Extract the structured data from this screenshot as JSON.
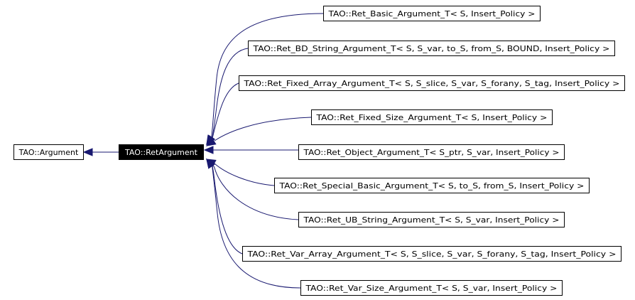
{
  "diagram": {
    "base": "TAO::Argument",
    "current": "TAO::RetArgument",
    "derived": [
      "TAO::Ret_Basic_Argument_T< S, Insert_Policy >",
      "TAO::Ret_BD_String_Argument_T< S, S_var, to_S, from_S, BOUND, Insert_Policy >",
      "TAO::Ret_Fixed_Array_Argument_T< S, S_slice, S_var, S_forany, S_tag, Insert_Policy >",
      "TAO::Ret_Fixed_Size_Argument_T< S, Insert_Policy >",
      "TAO::Ret_Object_Argument_T< S_ptr, S_var, Insert_Policy >",
      "TAO::Ret_Special_Basic_Argument_T< S, to_S, from_S, Insert_Policy >",
      "TAO::Ret_UB_String_Argument_T< S, S_var, Insert_Policy >",
      "TAO::Ret_Var_Array_Argument_T< S, S_slice, S_var, S_forany, S_tag, Insert_Policy >",
      "TAO::Ret_Var_Size_Argument_T< S, S_var, Insert_Policy >"
    ],
    "colors": {
      "edge": "#191970",
      "current_fill": "#000000",
      "current_text": "#ffffff",
      "box_border": "#000000"
    }
  }
}
